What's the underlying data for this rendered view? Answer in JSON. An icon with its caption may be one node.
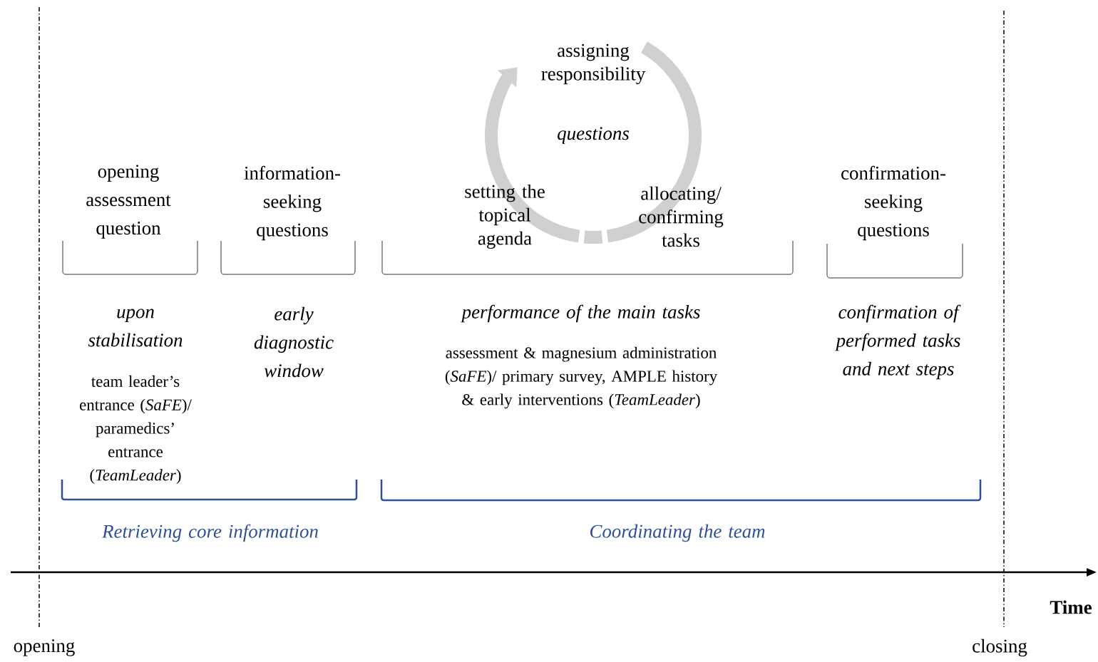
{
  "diagram": {
    "labels": [
      "assigning responsibility",
      "questions",
      "opening assessment question",
      "information-seeking questions",
      "setting the topical agenda",
      "allocating/ confirming tasks",
      "confirmation-seeking questions",
      "upon stabilisation",
      "early diagnostic window",
      "performance of the main tasks",
      "confirmation of performed tasks and next steps",
      "team leader’s entrance (*SaFE*)/ paramedics’ entrance (*TeamLeader*)",
      "assessment & magnesium administration (*SaFE*)/ primary survey, AMPLE history & early interventions (*TeamLeader*)",
      "Retrieving core information",
      "Coordinating the team",
      "Time",
      "opening",
      "closing"
    ]
  }
}
